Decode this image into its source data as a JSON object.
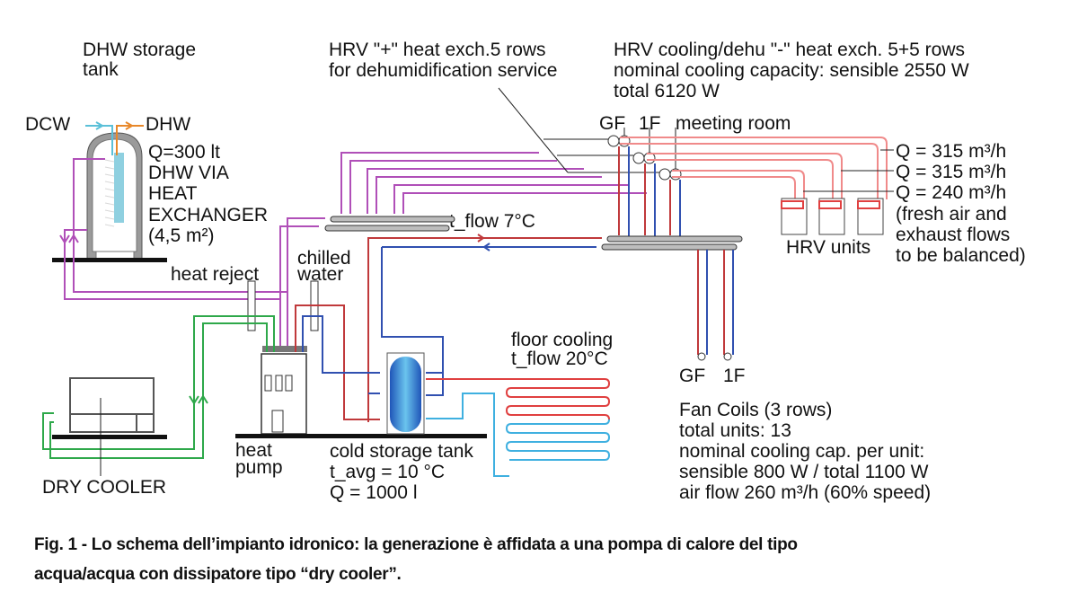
{
  "labels": {
    "dhw_storage_tank": [
      "DHW storage",
      "tank"
    ],
    "dcw": "DCW",
    "dhw": "DHW",
    "dhw_tank_specs": [
      "Q=300 lt",
      "DHW VIA",
      "HEAT",
      "EXCHANGER",
      "(4,5 m²)"
    ],
    "hrv_plus": [
      "HRV \"+\" heat exch.5 rows",
      "for dehumidification service"
    ],
    "hrv_minus": [
      "HRV cooling/dehu \"-\" heat exch. 5+5 rows",
      "nominal cooling capacity: sensible 2550 W",
      "total 6120 W"
    ],
    "hrv_zones": {
      "gf": "GF",
      "f1": "1F",
      "meeting": "meeting room"
    },
    "hrv_flows": [
      "Q = 315 m³/h",
      "Q = 315 m³/h",
      "Q = 240 m³/h"
    ],
    "hrv_note": [
      "(fresh air and",
      "exhaust flows",
      "to be balanced)"
    ],
    "hrv_units": "HRV units",
    "t_flow_7": "t_flow  7°C",
    "heat_reject": "heat reject",
    "chilled_water": [
      "chilled",
      "water"
    ],
    "floor_cooling": [
      "floor cooling",
      "t_flow  20°C"
    ],
    "fancoil_zones": {
      "gf": "GF",
      "f1": "1F"
    },
    "fan_coils": [
      "Fan Coils (3 rows)",
      "total units: 13",
      "nominal cooling cap. per unit:",
      "sensible 800 W / total 1100 W",
      "air flow 260 m³/h (60% speed)"
    ],
    "heat_pump": [
      "heat",
      "pump"
    ],
    "cold_storage": [
      "cold storage tank",
      "t_avg = 10 °C",
      "Q = 1000 l"
    ],
    "dry_cooler": "DRY COOLER"
  },
  "caption": {
    "line1": "Fig. 1 - Lo schema dell’impianto idronico: la generazione è affidata a una pompa di calore del tipo",
    "line2": "acqua/acqua con dissipatore tipo “dry cooler”."
  },
  "colors": {
    "supply_red": "#c0393b",
    "return_blue": "#3050b0",
    "dhw_loop_purple": "#b04fb8",
    "dry_cooler_green": "#2ea84a",
    "floor_warm": "#e04040",
    "floor_cool": "#3fb0e0",
    "duct_pink": "#f08a8a",
    "dcw_cyan": "#5bc0d8",
    "dhw_orange": "#e8882a"
  }
}
